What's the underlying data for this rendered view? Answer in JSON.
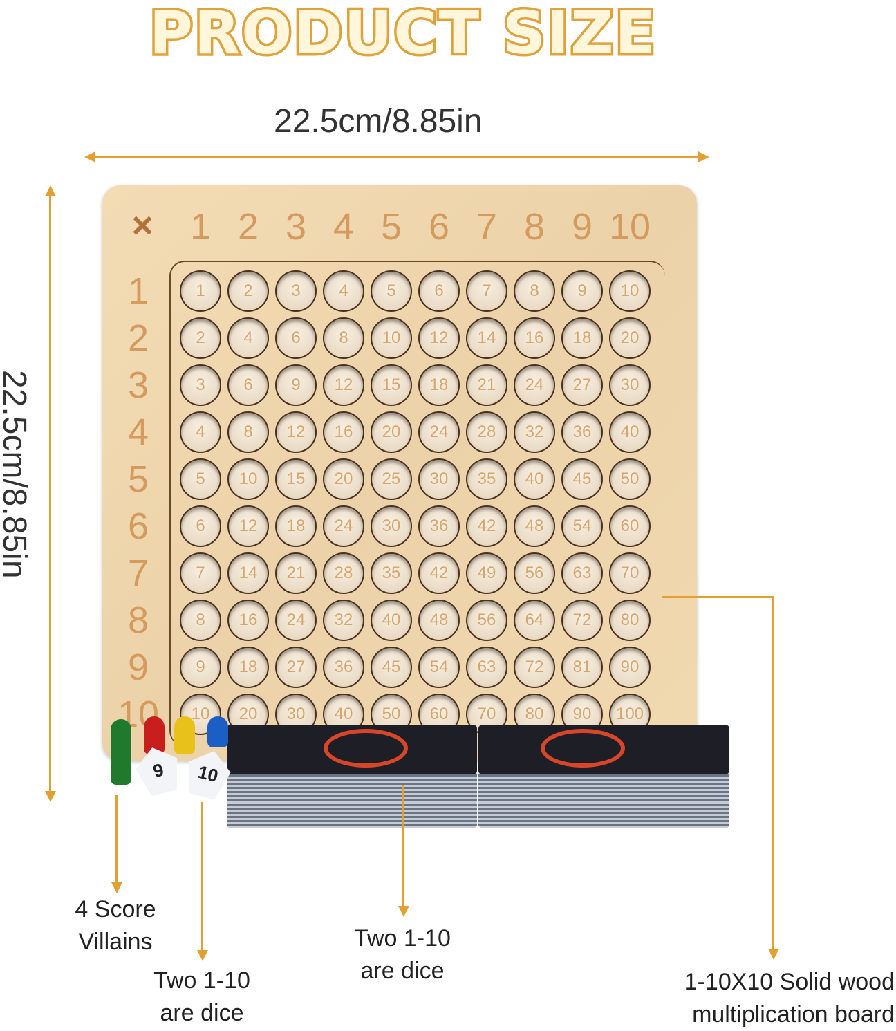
{
  "title": "PRODUCT SIZE",
  "width_label": "22.5cm/8.85in",
  "height_label": "22.5cm/8.85in",
  "accent_color": "#e2a032",
  "board": {
    "corner_symbol": "×",
    "column_headers": [
      "1",
      "2",
      "3",
      "4",
      "5",
      "6",
      "7",
      "8",
      "9",
      "10"
    ],
    "row_headers": [
      "1",
      "2",
      "3",
      "4",
      "5",
      "6",
      "7",
      "8",
      "9",
      "10"
    ],
    "grid": [
      [
        "1",
        "2",
        "3",
        "4",
        "5",
        "6",
        "7",
        "8",
        "9",
        "10"
      ],
      [
        "2",
        "4",
        "6",
        "8",
        "10",
        "12",
        "14",
        "16",
        "18",
        "20"
      ],
      [
        "3",
        "6",
        "9",
        "12",
        "15",
        "18",
        "21",
        "24",
        "27",
        "30"
      ],
      [
        "4",
        "8",
        "12",
        "16",
        "20",
        "24",
        "28",
        "32",
        "36",
        "40"
      ],
      [
        "5",
        "10",
        "15",
        "20",
        "25",
        "30",
        "35",
        "40",
        "45",
        "50"
      ],
      [
        "6",
        "12",
        "18",
        "24",
        "30",
        "36",
        "42",
        "48",
        "54",
        "60"
      ],
      [
        "7",
        "14",
        "21",
        "28",
        "35",
        "42",
        "49",
        "56",
        "63",
        "70"
      ],
      [
        "8",
        "16",
        "24",
        "32",
        "40",
        "48",
        "56",
        "64",
        "72",
        "80"
      ],
      [
        "9",
        "18",
        "27",
        "36",
        "45",
        "54",
        "63",
        "72",
        "81",
        "90"
      ],
      [
        "10",
        "20",
        "30",
        "40",
        "50",
        "60",
        "70",
        "80",
        "90",
        "100"
      ]
    ]
  },
  "pawn_colors": [
    "#1f7a2e",
    "#c81e1e",
    "#e8c21a",
    "#1c5fc4"
  ],
  "dice_labels": [
    "9",
    "10"
  ],
  "callouts": {
    "pawns": [
      "4 Score",
      "Villains"
    ],
    "dice": [
      "Two 1-10",
      "are dice"
    ],
    "cards": [
      "Two 1-10",
      "are dice"
    ],
    "board": [
      "1-10X10 Solid wood",
      "multiplication board"
    ]
  }
}
